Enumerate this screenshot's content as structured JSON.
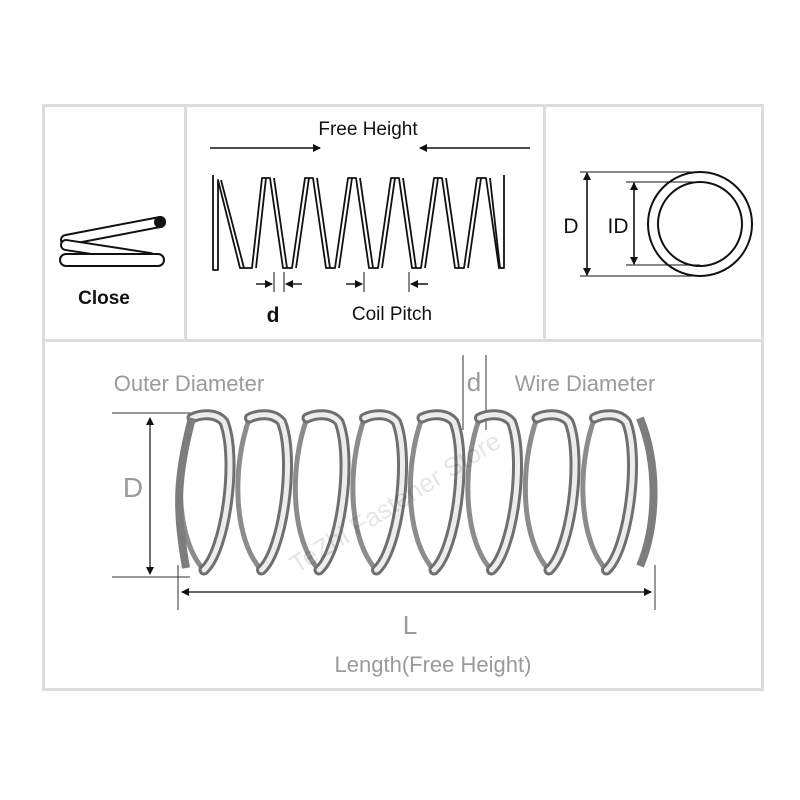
{
  "panels": {
    "close": {
      "label": "Close"
    },
    "free_height": {
      "title": "Free Height",
      "wire_label": "d",
      "pitch_label": "Coil Pitch"
    },
    "diameters": {
      "outer_label": "D",
      "inner_label": "ID"
    },
    "spring_photo": {
      "outer_diameter_label": "Outer Diameter",
      "outer_symbol": "D",
      "wire_symbol": "d",
      "wire_diameter_label": "Wire Diameter",
      "length_symbol": "L",
      "length_label": "Length(Free Height)",
      "watermark": "TeZhi Fastener Store"
    }
  },
  "colors": {
    "frame": "#dcdcdc",
    "ink": "#111111",
    "gray_text": "#9a9a9a",
    "steel_light": "#e6e6e6",
    "steel_dark": "#7a7a7a"
  }
}
